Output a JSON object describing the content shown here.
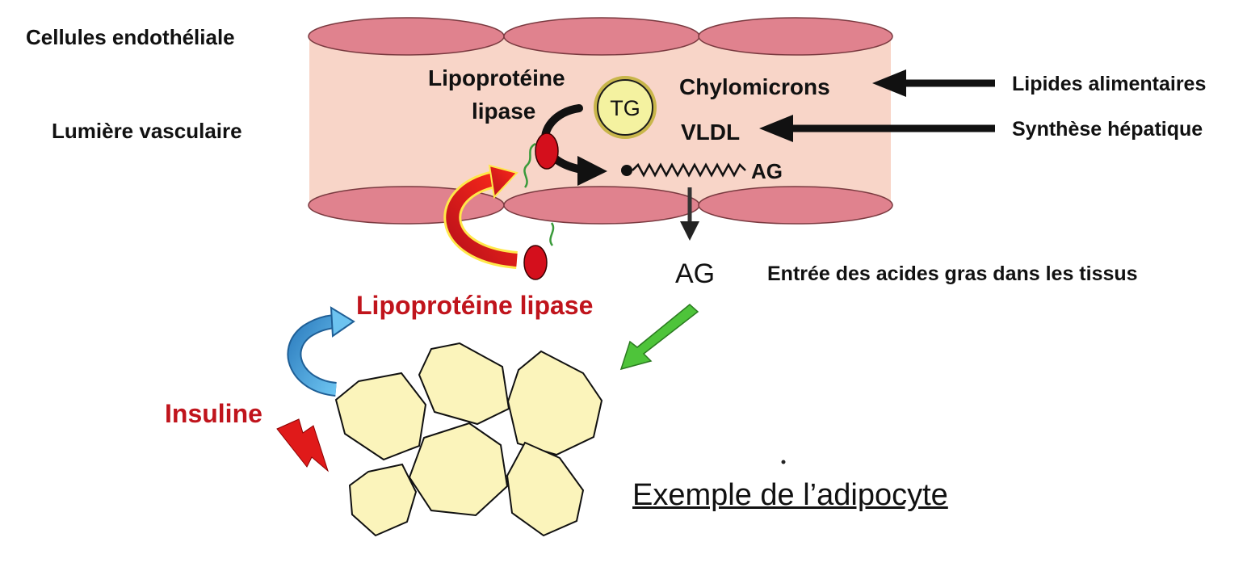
{
  "labels": {
    "endothelial_cells": "Cellules endothéliale",
    "vascular_lumen": "Lumière vasculaire",
    "lpl_top_line1": "Lipoprotéine",
    "lpl_top_line2": "lipase",
    "tg": "TG",
    "chylomicrons": "Chylomicrons",
    "vldl": "VLDL",
    "ag_chain": "AG",
    "dietary_lipids": "Lipides alimentaires",
    "hepatic_synthesis": "Synthèse hépatique",
    "ag_tissue": "AG",
    "fatty_acid_entry": "Entrée des acides gras dans les tissus",
    "lpl_red": "Lipoprotéine lipase",
    "insulin": "Insuline",
    "adipocyte_example": "Exemple de l’adipocyte"
  },
  "colors": {
    "vessel_fill": "#f8d5c8",
    "cell_fill": "#e0828e",
    "lpl_red": "#d40f1c",
    "tg_fill": "#f4f2a0",
    "tg_ring": "#c8b64a",
    "adipocyte_fill": "#fbf4bb",
    "insulin_red": "#c0141c",
    "blue_arrow": "#3a8ec9",
    "green_arrow": "#4ec43a"
  },
  "icons": [
    "lightning-icon",
    "curved-red-arrow-icon",
    "curved-blue-arrow-icon",
    "green-arrow-icon"
  ]
}
